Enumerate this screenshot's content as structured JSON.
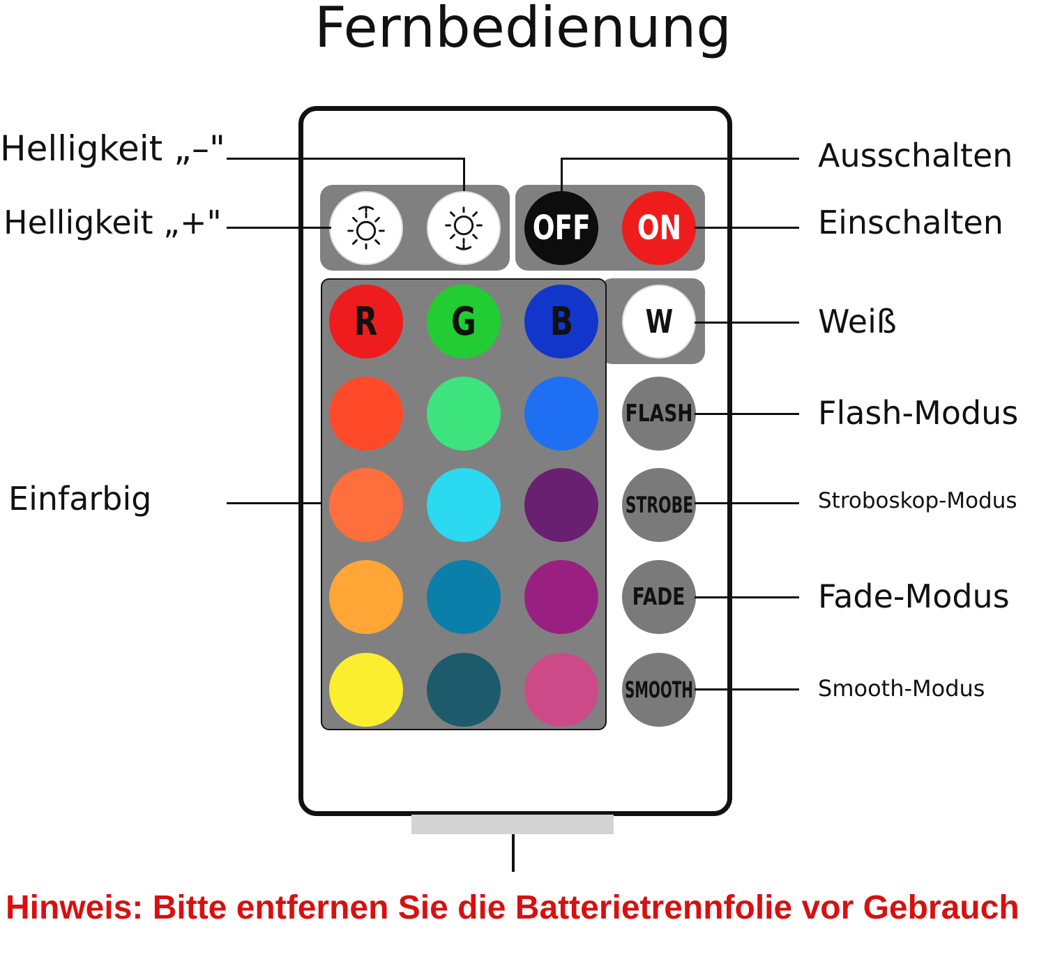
{
  "title": "Fernbedienung",
  "labels": {
    "brightness_minus": "Helligkeit „–\"",
    "brightness_plus": "Helligkeit „+\"",
    "off": "Ausschalten",
    "on": "Einschalten",
    "white": "Weiß",
    "single_color": "Einfarbig",
    "flash": "Flash-Modus",
    "strobe": "Stroboskop-Modus",
    "fade": "Fade-Modus",
    "smooth": "Smooth-Modus"
  },
  "buttons": {
    "off": "OFF",
    "on": "ON",
    "red": "R",
    "green": "G",
    "blue": "B",
    "white": "W",
    "flash": "FLASH",
    "strobe": "STROBE",
    "fade": "FADE",
    "smooth": "SMOOTH"
  },
  "note": "Hinweis: Bitte entfernen Sie die Batterietrennfolie vor Gebrauch",
  "colors": {
    "panel_gray": "#808080",
    "note_red": "#d81010",
    "btn_off": "#0d0d0d",
    "btn_on": "#ee1c1c",
    "btn_r": "#ee1c1c",
    "btn_g": "#22cc33",
    "btn_b": "#1236cc",
    "btn_w": "#ffffff",
    "mode_btn": "#7a7a7a",
    "grid": [
      [
        "#ff4a2a",
        "#3de37c",
        "#1e6ff2"
      ],
      [
        "#ff6e3d",
        "#2bd9f0",
        "#6a2070"
      ],
      [
        "#ffa637",
        "#0a7faa",
        "#992080"
      ],
      [
        "#fbee2e",
        "#1d5a6c",
        "#cc4a88"
      ]
    ]
  }
}
